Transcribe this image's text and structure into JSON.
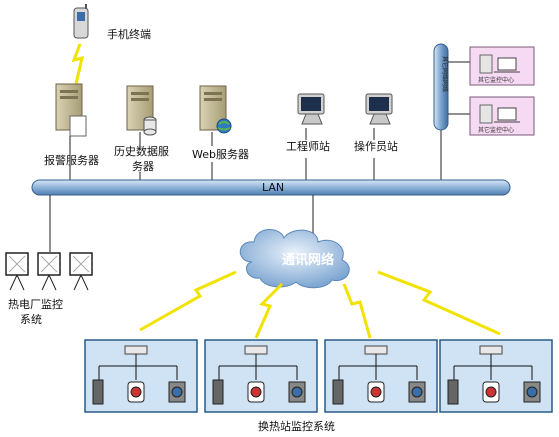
{
  "labels": {
    "mobile": "手机终端",
    "alarm_server": "报警服务器",
    "history_server_line1": "历史数据服",
    "history_server_line2": "务器",
    "web_server": "Web服务器",
    "engineer_station": "工程师站",
    "operator_station": "操作员站",
    "lan": "LAN",
    "cloud": "通讯网络",
    "power_plant_line1": "热电厂监控",
    "power_plant_line2": "系统",
    "substations": "换热站监控系统",
    "right_net_vertical": "其它网络网络",
    "right_pc_1": "其它监控中心",
    "right_pc_2": "其它监控中心"
  },
  "colors": {
    "lan_bar": "#8fb4d8",
    "station_fill": "#cfe3f4",
    "station_border": "#2a5a8a",
    "right_box_fill": "#f6d9f2",
    "bolt": "#f2e200",
    "cloud": "#7ea9d4"
  },
  "icons": [
    "mobile-phone-icon",
    "server-icon",
    "database-server-icon",
    "web-server-icon",
    "monitor-icon",
    "switch-icon",
    "valve-icon",
    "pump-icon",
    "display-board-icon",
    "laptop-icon"
  ]
}
